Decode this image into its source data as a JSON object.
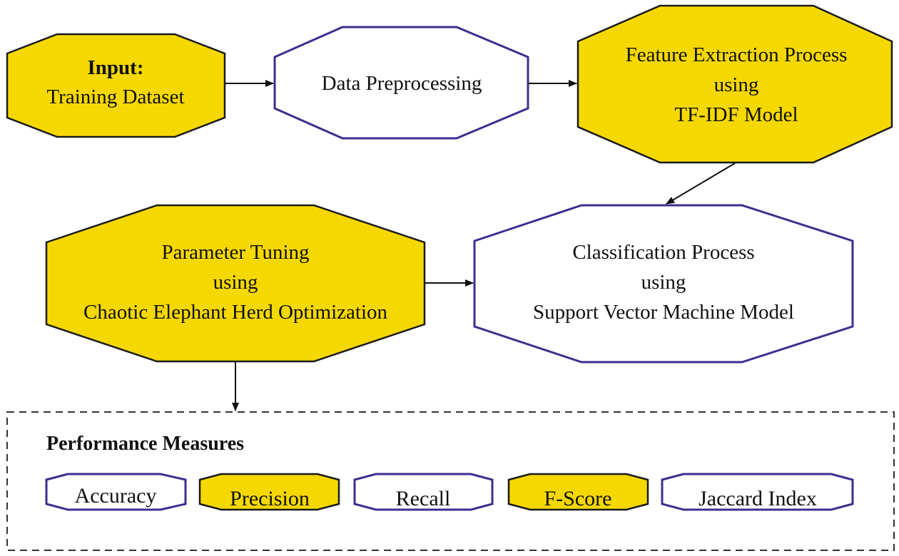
{
  "colors": {
    "yellow_fill": "#F5D800",
    "yellow_stroke": "#1a1a1a",
    "white_fill": "#ffffff",
    "blue_stroke": "#3B2F8F",
    "arrow": "#111111",
    "dashed_border": "#333333"
  },
  "nodes": {
    "input": {
      "bold": "Input:",
      "line2": "Training Dataset"
    },
    "preprocess": {
      "label": "Data Preprocessing"
    },
    "feature": {
      "line1": "Feature Extraction Process",
      "line2": "using",
      "line3": "TF-IDF Model"
    },
    "tuning": {
      "line1": "Parameter Tuning",
      "line2": "using",
      "line3": "Chaotic Elephant Herd Optimization"
    },
    "classification": {
      "line1": "Classification Process",
      "line2": "using",
      "line3": "Support Vector Machine Model"
    }
  },
  "performance": {
    "title": "Performance Measures",
    "measures": [
      "Accuracy",
      "Precision",
      "Recall",
      "F-Score",
      "Jaccard Index"
    ]
  }
}
